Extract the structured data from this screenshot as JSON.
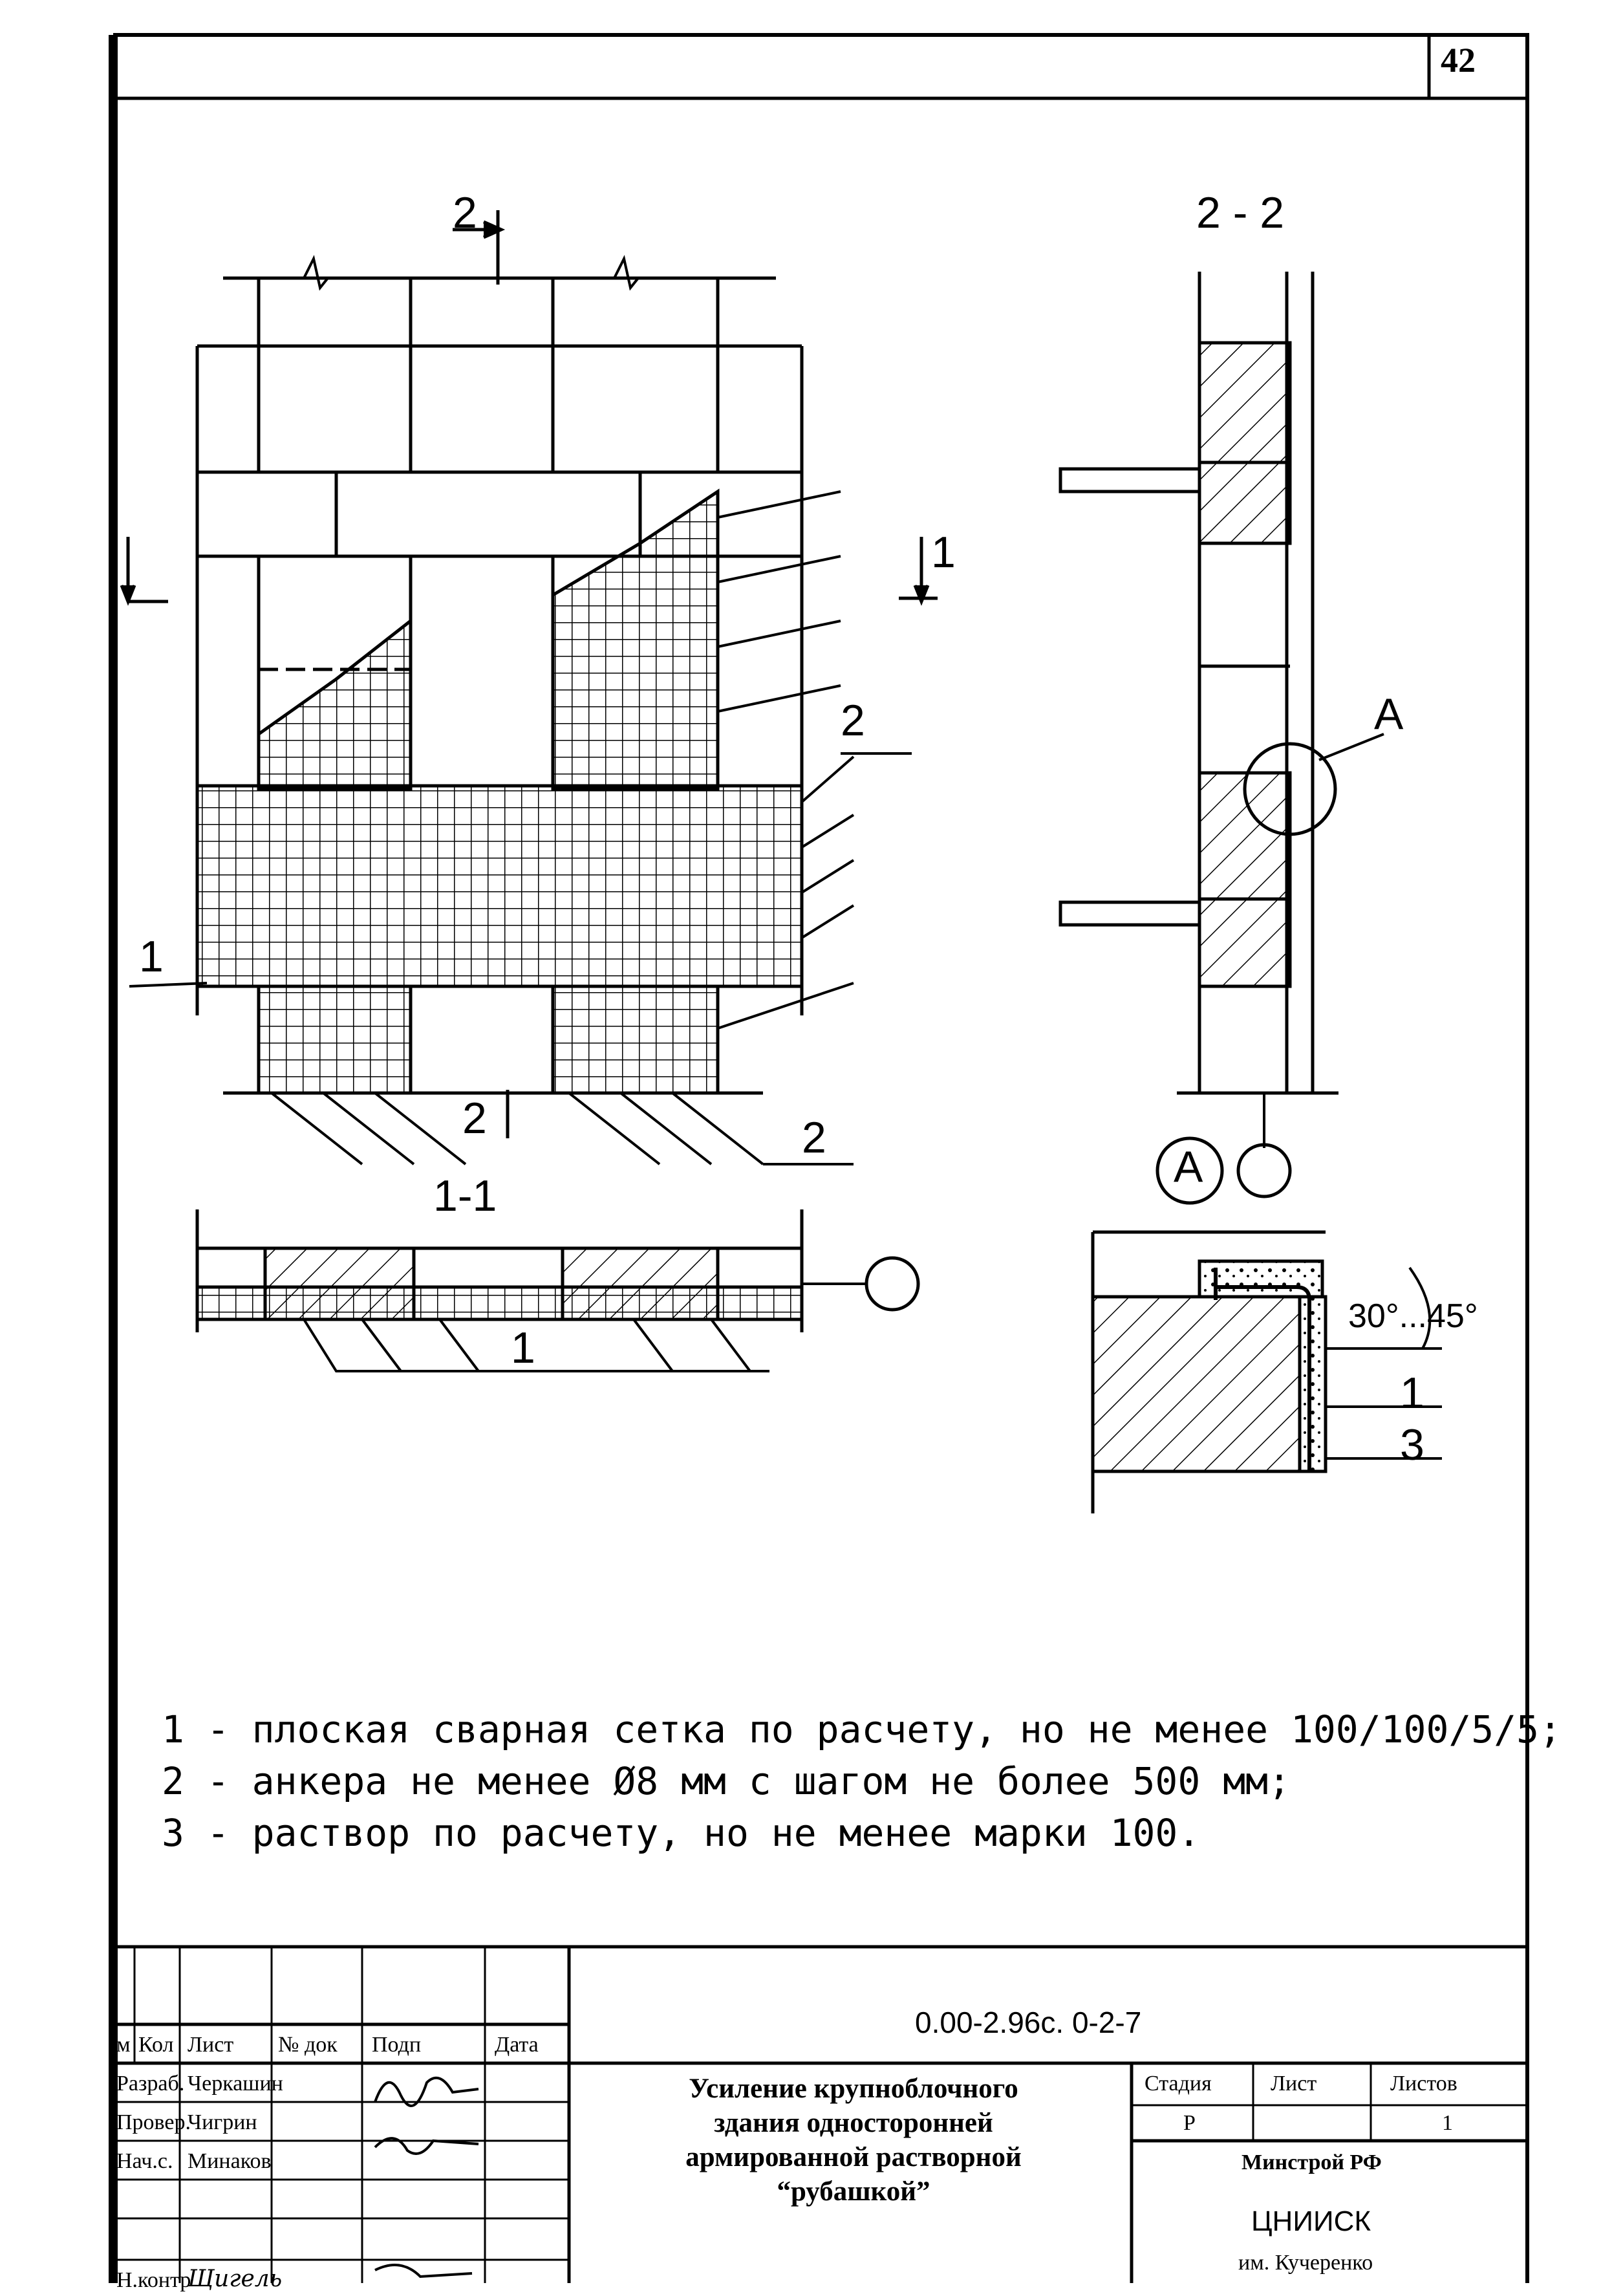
{
  "sheet_number": "42",
  "drawing": {
    "section_2_marker": "2",
    "section_1_marker": "1",
    "section_22_title": "2 - 2",
    "section_11_title": "1-1",
    "detail_title": "A",
    "callout_A": "A",
    "leader_1": "1",
    "leader_2": "2",
    "leader_3": "3",
    "angle_label": "30°...45°"
  },
  "notes": [
    "1 - плоская сварная сетка по расчету, но не менее 100/100/5/5;",
    "2 - анкера не менее Ø8 мм с шагом не более 500 мм;",
    "3 - раствор по расчету, но не менее марки 100."
  ],
  "title_block": {
    "code": "0.00-2.96с. 0-2-7",
    "title_lines": [
      "Усиление крупноблочного",
      "здания односторонней",
      "армированной растворной",
      "“рубашкой”"
    ],
    "columns": [
      "м",
      "Кол",
      "Лист",
      "№ док",
      "Подп",
      "Дата"
    ],
    "rows": [
      {
        "role": "Разраб.",
        "name": "Черкашин"
      },
      {
        "role": "Провер.",
        "name": "Чигрин"
      },
      {
        "role": "Нач.с.",
        "name": "Минаков"
      },
      {
        "role": "",
        "name": ""
      },
      {
        "role": "Н.контр",
        "name": "Щигель"
      }
    ],
    "stage_header": "Стадия",
    "sheet_header": "Лист",
    "sheets_header": "Листов",
    "stage_value": "Р",
    "sheet_value": "",
    "sheets_value": "1",
    "org_line1": "Минстрой РФ",
    "org_line2": "ЦНИИСК",
    "org_line3": "им. Кучеренко"
  }
}
